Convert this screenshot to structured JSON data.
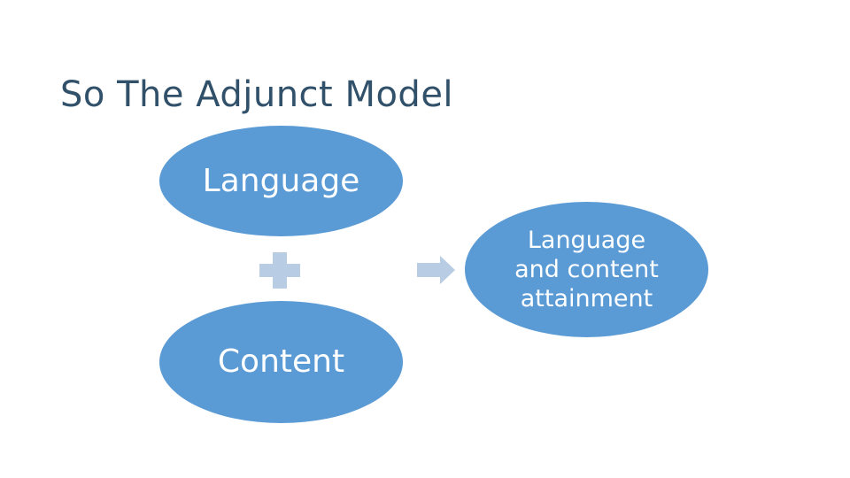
{
  "slide": {
    "title": "So The Adjunct Model",
    "background_color": "#FFFFFF",
    "title_color": "#31506A",
    "shape_fill_color": "#5B9BD5",
    "shape_text_color": "#FFFFFF",
    "icon_color": "#B8CCE4"
  },
  "diagram": {
    "inputs": [
      {
        "label": "Language"
      },
      {
        "label": "Content"
      }
    ],
    "operator": {
      "icon": "plus-icon",
      "symbol": "+"
    },
    "connector": {
      "icon": "right-arrow-icon",
      "symbol": "→"
    },
    "output": {
      "lines": [
        "Language",
        "and content",
        "attainment"
      ]
    }
  }
}
